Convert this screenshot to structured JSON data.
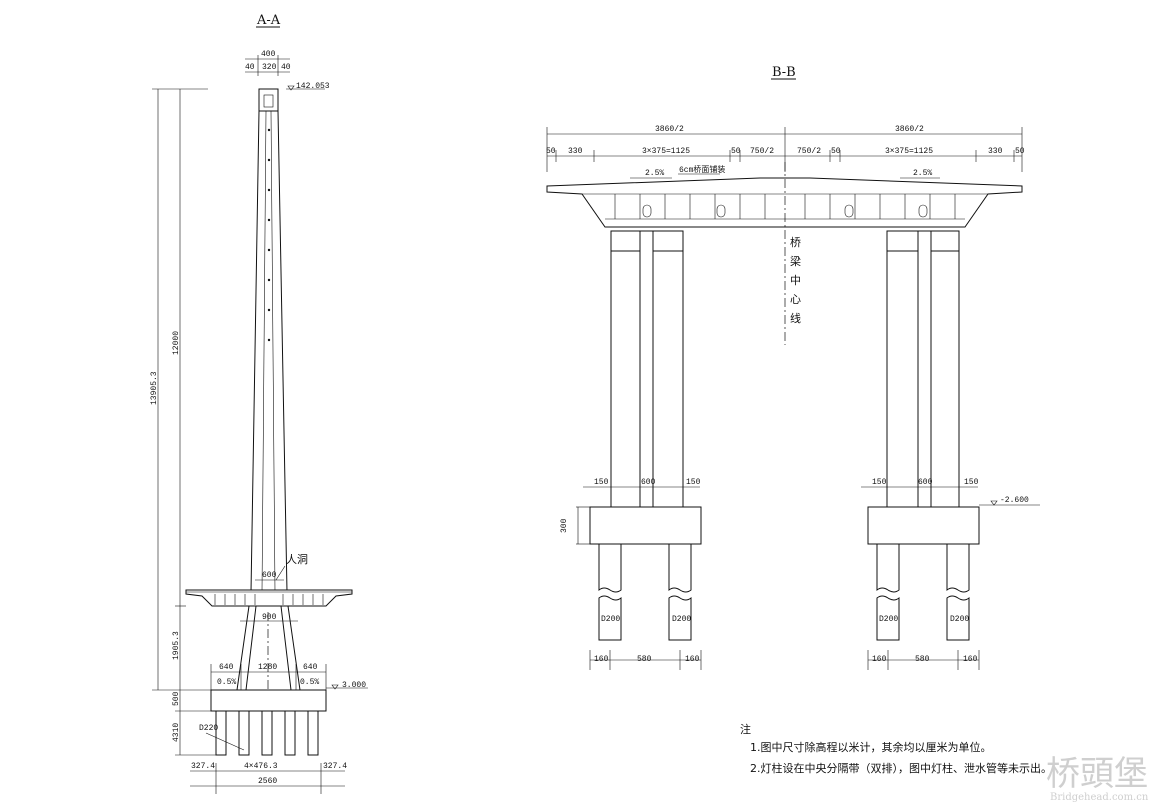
{
  "section_aa": {
    "title": "A-A",
    "dims": {
      "top_total": "400",
      "top_left": "40",
      "top_mid": "320",
      "top_right": "40",
      "elev_top": "142.053",
      "height_total": "13905.3",
      "height_upper": "12000",
      "height_lower": "1905.3",
      "manhole_label": "人洞",
      "d600": "600",
      "d900": "900",
      "base_left": "640",
      "base_mid": "1280",
      "base_right": "640",
      "slope_left": "0.5%",
      "slope_right": "0.5%",
      "elev_base": "3.000",
      "cap_height": "500",
      "pile_height": "4310",
      "pile_dia": "D220",
      "bot_left": "327.4",
      "bot_mid": "4×476.3",
      "bot_right": "327.4",
      "bot_total": "2560"
    }
  },
  "section_bb": {
    "title": "B-B",
    "dims": {
      "half_left": "3860/2",
      "half_right": "3860/2",
      "d50": "50",
      "d330": "330",
      "d3x375": "3×375=1125",
      "d750h": "750/2",
      "paving": "6cm桥面铺装",
      "slope": "2.5%",
      "centerline": [
        "桥",
        "梁",
        "中",
        "心",
        "线"
      ],
      "d150": "150",
      "d600": "600",
      "elev_cap": "-2.600",
      "cap_height": "300",
      "pile_dia": "D200",
      "d160": "160",
      "d580": "580"
    }
  },
  "notes": {
    "heading": "注",
    "lines": [
      "1.图中尺寸除高程以米计，其余均以厘米为单位。",
      "2.灯柱设在中央分隔带（双排），图中灯柱、泄水管等未示出。"
    ]
  },
  "watermark": {
    "cn": "桥頭堡",
    "en": "Bridgehead.com.cn"
  }
}
